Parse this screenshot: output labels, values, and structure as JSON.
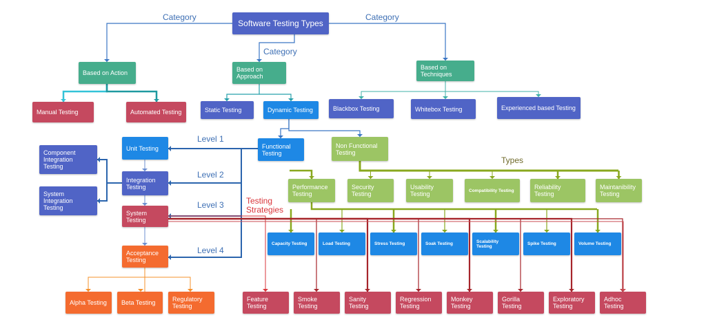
{
  "colors": {
    "indigo": "#5064c6",
    "green": "#46ad8c",
    "red": "#c5495f",
    "blue": "#1e88e5",
    "lime": "#9cc564",
    "orange": "#f46b2f",
    "olive": "#7d9a1e",
    "darkred": "#a6252b"
  },
  "root": "Software Testing Types",
  "edge_labels": {
    "category_left": "Category",
    "category_right": "Category",
    "category_mid": "Category",
    "level1": "Level 1",
    "level2": "Level 2",
    "level3": "Level 3",
    "level4": "Level 4",
    "strategies": "Testing Strategies",
    "types": "Types"
  },
  "nodes": {
    "action": "Based on Action",
    "approach": "Based on Approach",
    "techniques": "Based on Techniques",
    "manual": "Manual Testing",
    "automated": "Automated Testing",
    "static": "Static Testing",
    "dynamic": "Dynamic Testing",
    "blackbox": "Blackbox Testing",
    "whitebox": "Whitebox Testing",
    "experienced": "Experienced based Testing",
    "unit": "Unit Testing",
    "integration": "Integration Testing",
    "system": "System Testing",
    "acceptance": "Acceptance Testing",
    "component": "Component Integration Testing",
    "sysint": "System Integration Testing",
    "functional": "Functional Testing",
    "nonfunctional": "Non Functional Testing",
    "alpha": "Alpha Testing",
    "beta": "Beta Testing",
    "regulatory": "Regulatory Testing"
  },
  "types": [
    "Performance Testing",
    "Security Testing",
    "Usability Testing",
    "Compatibility Testing",
    "Reliability Testing",
    "Maintanibility Testing"
  ],
  "performance": [
    "Capacity Testing",
    "Load Testing",
    "Stress Testing",
    "Soak Testing",
    "Scalability Testing",
    "Spike Testing",
    "Volume Testing"
  ],
  "strategies": [
    "Feature Testing",
    "Smoke Testing",
    "Sanity Testing",
    "Regression Testing",
    "Monkey Testing",
    "Gorilla Testing",
    "Exploratory Testing",
    "Adhoc Testing"
  ]
}
